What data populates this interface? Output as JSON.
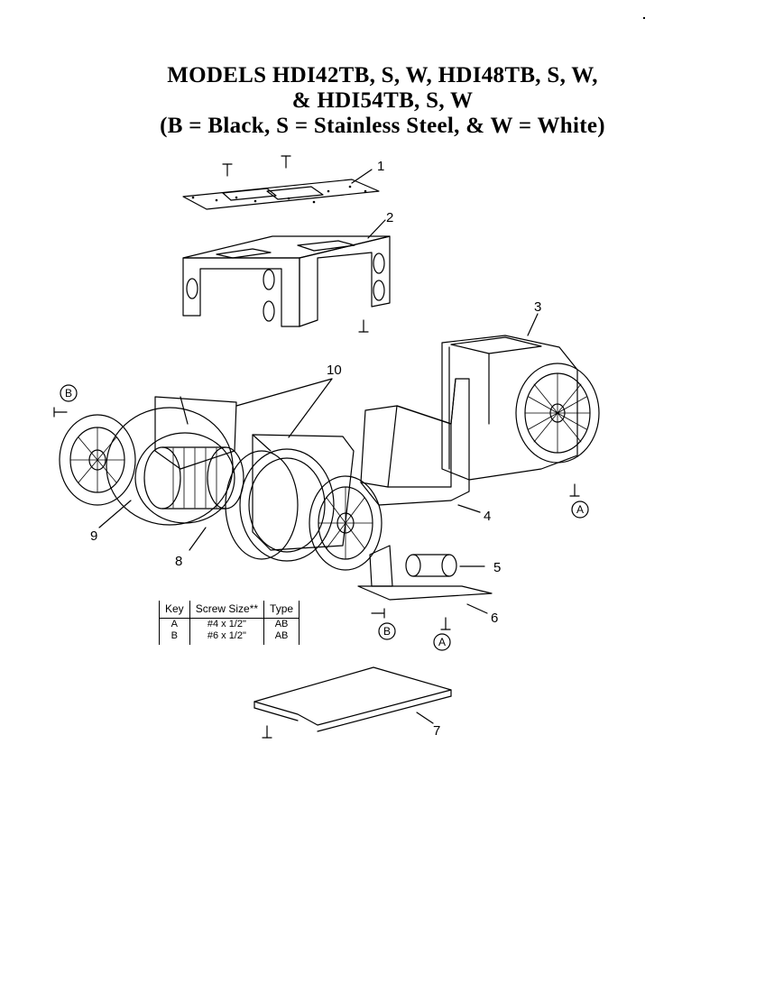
{
  "title": {
    "line1": "MODELS HDI42TB, S, W, HDI48TB, S, W,",
    "line2": "& HDI54TB, S, W",
    "line3": "(B = Black, S = Stainless Steel, & W = White)"
  },
  "callouts": {
    "p1": "1",
    "p2": "2",
    "p3": "3",
    "p4": "4",
    "p5": "5",
    "p6": "6",
    "p7": "7",
    "p8": "8",
    "p9": "9",
    "p10": "10"
  },
  "screw_markers": {
    "b_left": "B",
    "a_right": "A",
    "b_bottom": "B",
    "a_bottom": "A"
  },
  "screw_table": {
    "headers": [
      "Key",
      "Screw Size**",
      "Type"
    ],
    "rows": [
      [
        "A",
        "#4 x 1/2\"",
        "AB"
      ],
      [
        "B",
        "#6 x 1/2\"",
        "AB"
      ]
    ]
  }
}
